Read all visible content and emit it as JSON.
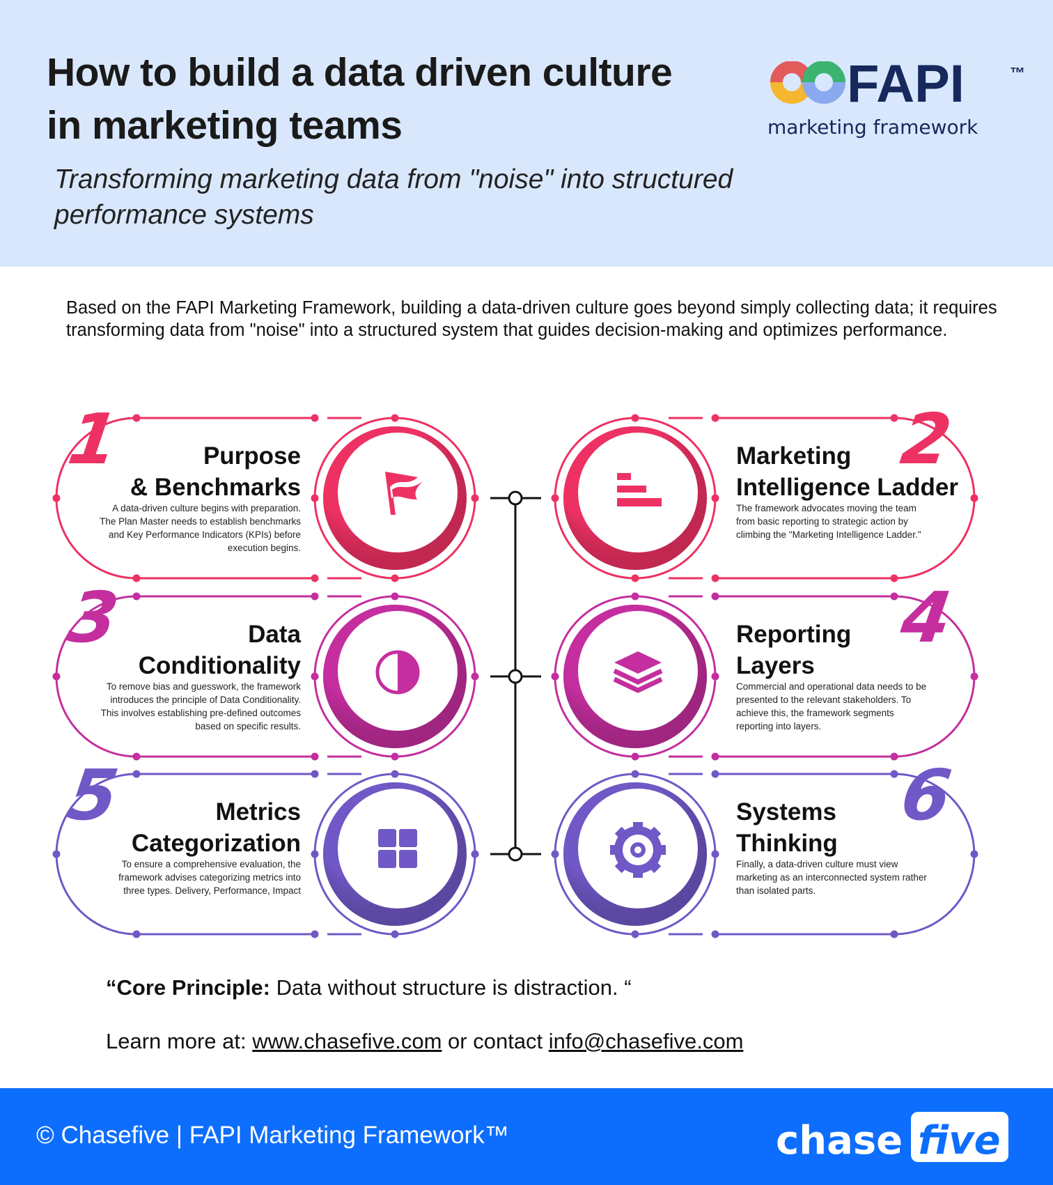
{
  "header": {
    "title_line1": "How to build a data driven culture",
    "title_line2": "in marketing teams",
    "subtitle_line1": "Transforming marketing data from \"noise\" into structured",
    "subtitle_line2": "performance systems",
    "logo": {
      "brand": "FAPI",
      "trademark": "™",
      "tagline": "marketing framework",
      "colors": [
        "#e25b5b",
        "#3cb371",
        "#f5b731",
        "#8aa9ee"
      ],
      "brand_color": "#16285c"
    }
  },
  "intro": "Based on the FAPI Marketing Framework, building a data-driven culture goes beyond simply collecting data; it requires transforming data from \"noise\" into a structured system that guides decision-making and optimizes performance.",
  "steps": [
    {
      "number": "1",
      "side": "left",
      "color": "#ee3163",
      "icon": "flag-icon",
      "title": [
        "Purpose",
        "& Benchmarks"
      ],
      "desc": [
        "A data-driven culture begins with preparation.",
        "The Plan Master needs to establish benchmarks",
        "and Key Performance Indicators (KPIs) before",
        "execution begins."
      ]
    },
    {
      "number": "2",
      "side": "right",
      "color": "#ee3163",
      "icon": "ladder-bars-icon",
      "title": [
        "Marketing",
        "Intelligence Ladder"
      ],
      "desc": [
        "The framework advocates moving the team",
        "from basic reporting to strategic action by",
        "climbing the \"Marketing Intelligence Ladder.\""
      ]
    },
    {
      "number": "3",
      "side": "left",
      "color": "#c42e9e",
      "icon": "half-circle-icon",
      "title": [
        "Data",
        "Conditionality"
      ],
      "desc": [
        "To remove bias and guesswork, the framework",
        "introduces the principle of Data Conditionality.",
        "This involves establishing pre-defined outcomes",
        "based on specific results."
      ]
    },
    {
      "number": "4",
      "side": "right",
      "color": "#c42e9e",
      "icon": "layers-icon",
      "title": [
        "Reporting",
        "Layers"
      ],
      "desc": [
        "Commercial and operational data needs to be",
        "presented to the relevant stakeholders. To",
        "achieve this, the framework segments",
        "reporting into layers."
      ]
    },
    {
      "number": "5",
      "side": "left",
      "color": "#7058c6",
      "icon": "grid-icon",
      "title": [
        "Metrics",
        "Categorization"
      ],
      "desc": [
        "To ensure a comprehensive evaluation, the",
        "framework advises categorizing metrics into",
        "three types. Delivery, Performance, Impact"
      ]
    },
    {
      "number": "6",
      "side": "right",
      "color": "#7058c6",
      "icon": "gear-icon",
      "title": [
        "Systems",
        "Thinking"
      ],
      "desc": [
        "Finally, a data-driven culture must view",
        "marketing as an interconnected system rather",
        "than isolated parts."
      ]
    }
  ],
  "core": {
    "label": "“Core Principle:",
    "text": " Data without structure is distraction. “"
  },
  "learn": {
    "prefix": "Learn more at: ",
    "website": "www.chasefive.com",
    "middle": " or contact ",
    "email": "info@chasefive.com"
  },
  "footer": {
    "copyright": "© Chasefive | FAPI Marketing Framework™",
    "logo_text_1": "chase",
    "logo_text_2": "five",
    "bg_color": "#0d6efd"
  }
}
